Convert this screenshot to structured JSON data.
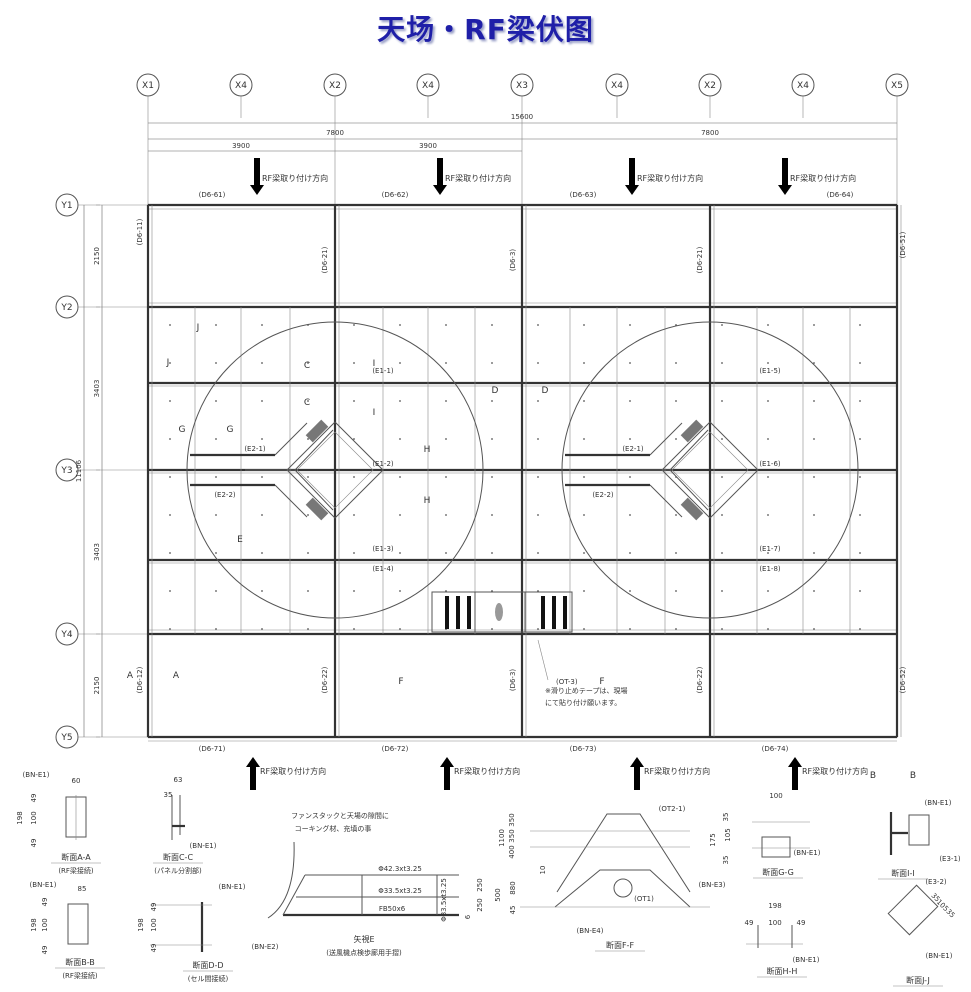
{
  "title": "天场・RF梁伏图",
  "grid_x": [
    "X1",
    "X4",
    "X2",
    "X4",
    "X3",
    "X4",
    "X2",
    "X4",
    "X5"
  ],
  "grid_y": [
    "Y1",
    "Y2",
    "Y3",
    "Y4",
    "Y5"
  ],
  "dims": {
    "total_x": "15600",
    "half_x": [
      "7800",
      "7800"
    ],
    "quarter_x": [
      "3900",
      "3900"
    ],
    "total_y": "11106",
    "y_spans": [
      "2150",
      "3403",
      "3403",
      "2150"
    ]
  },
  "direction_label": "RF梁取り付け方向",
  "beam_labels_top": [
    "(D6-61)",
    "(D6-62)",
    "(D6-63)",
    "(D6-64)"
  ],
  "beam_labels_bottom": [
    "(D6-71)",
    "(D6-72)",
    "(D6-73)",
    "(D6-74)"
  ],
  "beam_labels_vertical_top": [
    "(D6-11)",
    "(D6-21)",
    "(D6-3)",
    "(D6-21)",
    "(D6-51)"
  ],
  "beam_labels_vertical_bottom": [
    "(D6-12)",
    "(D6-22)",
    "(D6-3)",
    "(D6-22)",
    "(D6-52)"
  ],
  "fan_labels": [
    "(E1-1)",
    "(E1-2)",
    "(E1-3)",
    "(E1-4)",
    "(E2-1)",
    "(E2-2)",
    "(E1-5)",
    "(E1-6)",
    "(E1-7)",
    "(E1-8)",
    "(E2-1)",
    "(E2-2)"
  ],
  "section_marks": [
    "A",
    "A",
    "B",
    "B",
    "C",
    "C",
    "D",
    "D",
    "E",
    "F",
    "F",
    "G",
    "G",
    "H",
    "H",
    "I",
    "I",
    "J",
    "J"
  ],
  "note_ot3": "(OT-3)",
  "note_tape": [
    "※滑り止めテープは、現場",
    "にて貼り付け願います。"
  ],
  "details": {
    "aa": {
      "title": "断面A-A",
      "sub": "(RF梁接続)",
      "ref": "(BN-E1)",
      "dims": [
        "60",
        "49",
        "100",
        "49",
        "198"
      ]
    },
    "bb": {
      "title": "断面B-B",
      "sub": "(RF梁接続)",
      "ref": "(BN-E1)",
      "dims": [
        "85",
        "49",
        "100",
        "49",
        "198"
      ]
    },
    "cc": {
      "title": "断面C-C",
      "sub": "(パネル分割部)",
      "ref": "(BN-E1)",
      "dims": [
        "63",
        "35"
      ]
    },
    "dd": {
      "title": "断面D-D",
      "sub": "(セル間接続)",
      "ref": "(BN-E1)",
      "dims": [
        "49",
        "100",
        "49",
        "198"
      ]
    },
    "e": {
      "title": "矢視E",
      "sub": "(送風機点検歩廊用手摺)",
      "note": [
        "ファンスタックと天場の隙間に",
        "コーキング材、充填の事"
      ],
      "ref": "(BN-E2)",
      "specs": [
        "Φ42.3xt3.25",
        "Φ33.5xt3.25",
        "FB50x6",
        "Φ33.5xt3.25"
      ],
      "dims": [
        "250",
        "250",
        "500",
        "6"
      ]
    },
    "ff": {
      "title": "断面F-F",
      "refs": [
        "(OT2-1)",
        "(BN-E3)",
        "(OT1)",
        "(BN-E4)"
      ],
      "dims": [
        "350",
        "350",
        "400",
        "1100",
        "10",
        "880",
        "45"
      ]
    },
    "gg": {
      "title": "断面G-G",
      "ref": "(BN-E1)",
      "dims": [
        "100",
        "35",
        "105",
        "35",
        "175"
      ]
    },
    "hh": {
      "title": "断面H-H",
      "ref": "(BN-E1)",
      "dims": [
        "198",
        "49",
        "100",
        "49"
      ]
    },
    "ii": {
      "title": "断面I-I",
      "refs": [
        "(BN-E1)",
        "(E3-1)"
      ]
    },
    "jj": {
      "title": "断面J-J",
      "refs": [
        "(E3-2)",
        "(BN-E1)"
      ],
      "dims": [
        "35",
        "105",
        "35"
      ]
    }
  }
}
